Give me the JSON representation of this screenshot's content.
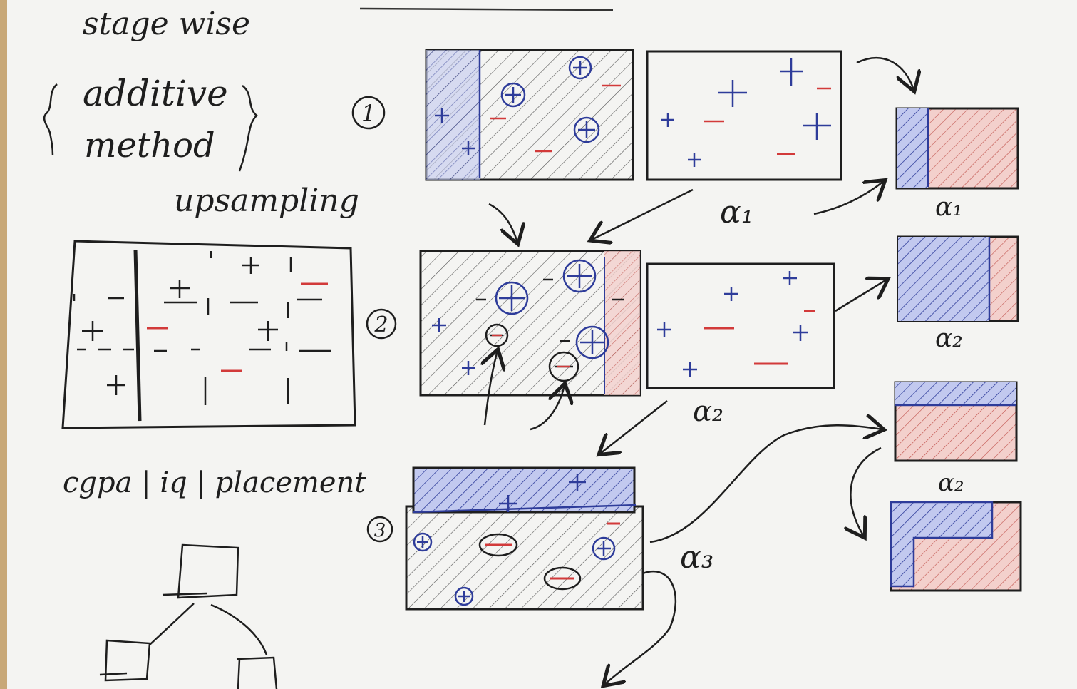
{
  "notes": {
    "heading_1": "stage wise",
    "heading_2": "additive",
    "heading_3": "method",
    "upsampling": "upsampling",
    "features": "cgpa | iq | placement"
  },
  "step_markers": [
    "1",
    "2",
    "3"
  ],
  "weights": {
    "a1": "α₁",
    "a2": "α₂",
    "a3": "α₃",
    "a1_result": "α₁",
    "a2_result": "α₂",
    "a3_result": "α₂"
  },
  "colors": {
    "ink": "#1e1e1e",
    "blue": "#2e3c9a",
    "red": "#d23a3a",
    "blue_fill": "#b9c2ee",
    "red_fill": "#f0c6c2",
    "board": "#f4f4f2"
  }
}
